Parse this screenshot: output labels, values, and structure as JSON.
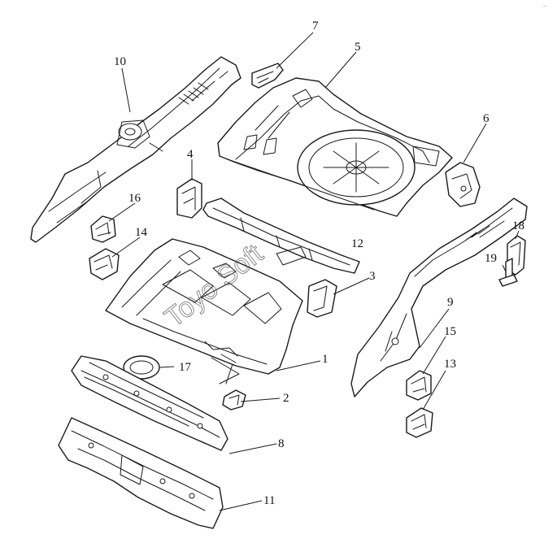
{
  "diagram": {
    "callouts": [
      "1",
      "2",
      "3",
      "4",
      "5",
      "6",
      "7",
      "8",
      "9",
      "10",
      "11",
      "12",
      "13",
      "14",
      "15",
      "16",
      "17",
      "18",
      "19"
    ],
    "watermark": "Toyo Soft",
    "corner_mark": "--"
  }
}
